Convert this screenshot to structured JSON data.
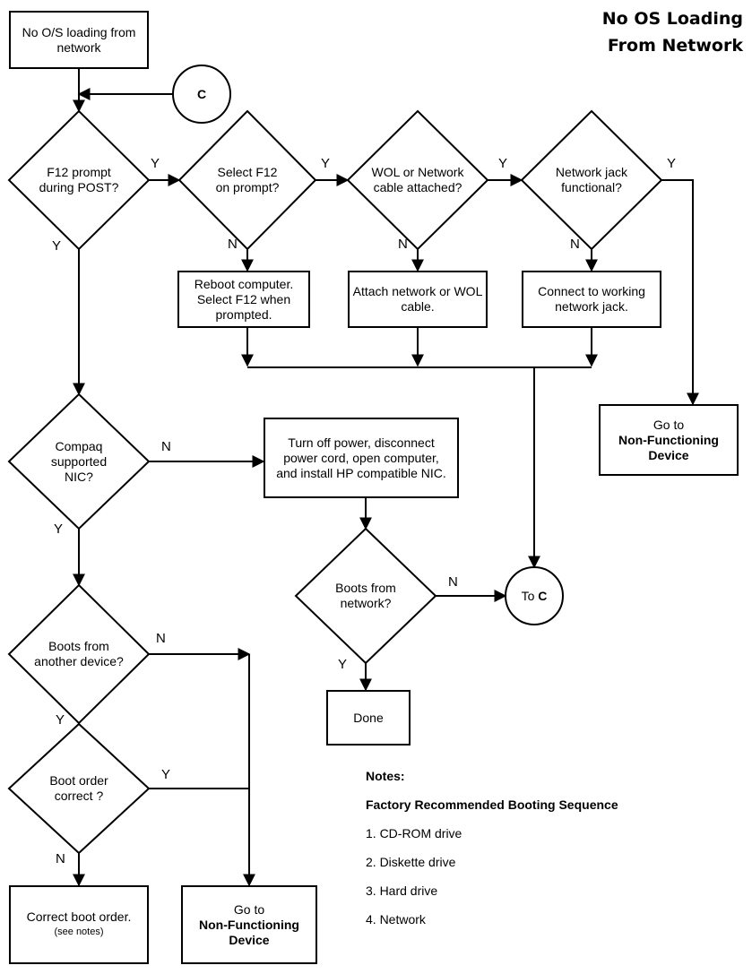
{
  "title": {
    "line1": "No OS Loading",
    "line2": "From Network"
  },
  "nodes": {
    "start": "No O/S loading from network",
    "connector_c": "C",
    "f12_prompt": "F12 prompt during POST?",
    "select_f12": "Select F12 on prompt?",
    "wol_cable": "WOL or Network cable attached?",
    "jack_functional": "Network jack functional?",
    "reboot": "Reboot computer. Select F12 when prompted.",
    "attach_cable": "Attach network or WOL cable.",
    "connect_jack": "Connect to working network jack.",
    "goto_nf_right": {
      "line1": "Go to",
      "line2": "Non-Functioning",
      "line3": "Device"
    },
    "compaq_nic": "Compaq supported NIC?",
    "install_nic": "Turn off power, disconnect power cord, open computer, and install HP compatible NIC.",
    "boots_network": "Boots from network?",
    "to_c": {
      "prefix": "To ",
      "letter": "C"
    },
    "done": "Done",
    "boots_other": "Boots from another device?",
    "boot_order": "Boot order correct ?",
    "correct_order": {
      "line1": "Correct boot order.",
      "line2": "(see notes)"
    },
    "goto_nf_bottom": {
      "line1": "Go to",
      "line2": "Non-Functioning",
      "line3": "Device"
    }
  },
  "labels": {
    "y1": "Y",
    "y2": "Y",
    "y3": "Y",
    "y4": "Y",
    "n1": "N",
    "n2": "N",
    "n3": "N",
    "y_f12_down": "Y",
    "n_compaq": "N",
    "y_compaq": "Y",
    "n_boots_net": "N",
    "y_boots_net": "Y",
    "n_boots_other": "N",
    "y_boots_other": "Y",
    "y_boot_order": "Y",
    "n_boot_order": "N"
  },
  "notes": {
    "heading": "Notes:",
    "subheading": "Factory Recommended Booting Sequence",
    "items": [
      "1.  CD-ROM drive",
      "2.  Diskette drive",
      "3.  Hard drive",
      "4.  Network"
    ]
  }
}
